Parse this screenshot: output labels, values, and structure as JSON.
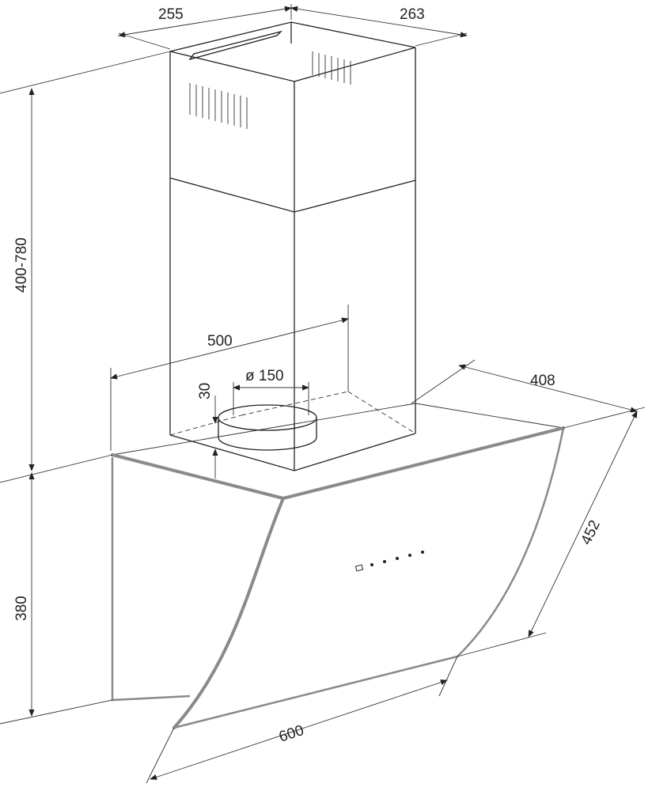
{
  "title": "Cooker hood dimension drawing",
  "dimensions": {
    "chimney_depth": "255",
    "chimney_width": "263",
    "chimney_height": "400-780",
    "mount_width": "500",
    "duct_diameter": "ø 150",
    "collar_height": "30",
    "hood_depth": "408",
    "glass_height": "452",
    "hood_height": "380",
    "hood_width": "600"
  },
  "colors": {
    "line": "#222222",
    "outline": "#8a8a8a"
  }
}
